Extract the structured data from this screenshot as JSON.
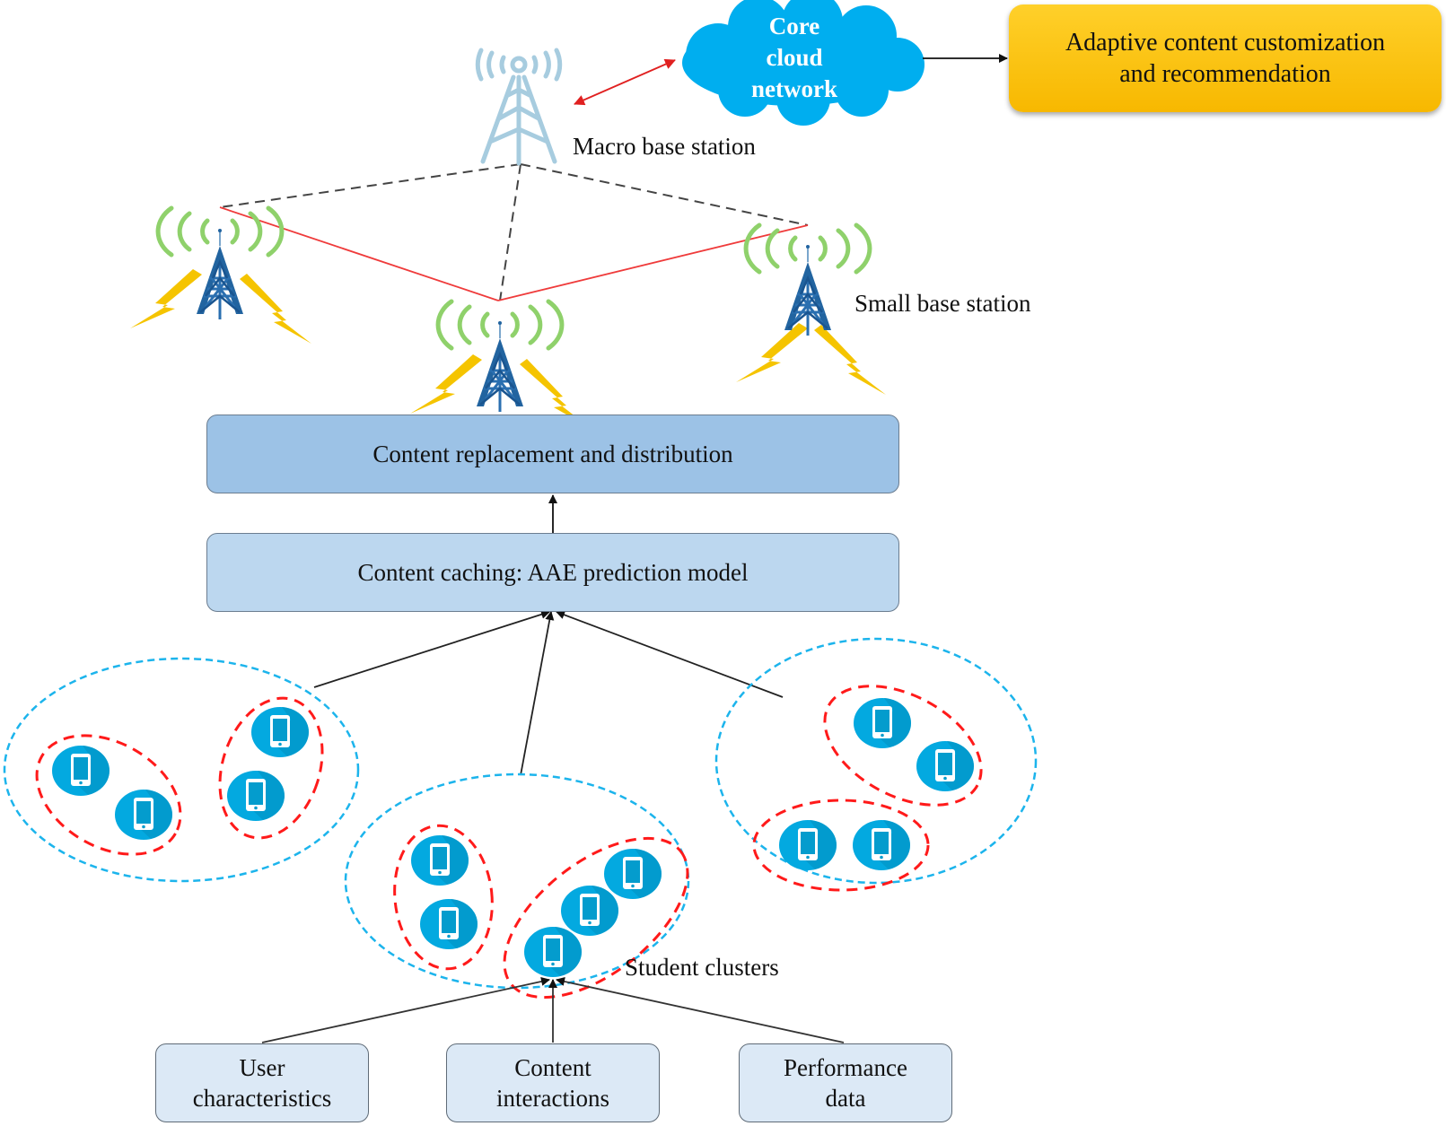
{
  "title_nodes": {
    "core_cloud": {
      "lines": [
        "Core",
        "cloud",
        "network"
      ]
    },
    "adaptive_box": {
      "lines": [
        "Adaptive content customization",
        "and recommendation"
      ]
    },
    "macro_label": "Macro base station",
    "small_label": "Small base station",
    "distribution_box": "Content replacement and distribution",
    "caching_box": "Content caching: AAE prediction model",
    "clusters_label": "Student clusters",
    "inputs": [
      {
        "lines": [
          "User",
          "characteristics"
        ]
      },
      {
        "lines": [
          "Content",
          "interactions"
        ]
      },
      {
        "lines": [
          "Performance",
          "data"
        ]
      }
    ]
  },
  "icons": {
    "macro_tower": "macro-tower-icon",
    "small_tower": "small-tower-icon",
    "signal_waves": "signal-waves-icon",
    "lightning": "lightning-icon",
    "phone": "smartphone-icon",
    "cloud": "cloud-icon"
  },
  "clusters": [
    {
      "name": "left",
      "subgroups": [
        2,
        2
      ]
    },
    {
      "name": "center",
      "subgroups": [
        2,
        3
      ]
    },
    {
      "name": "right",
      "subgroups": [
        2,
        2
      ]
    }
  ],
  "colors": {
    "cloud": "#00aeef",
    "adaptive_box": "#fcc10f",
    "distribution_box": "#9cc2e6",
    "caching_box": "#bcd7ef",
    "input_box": "#dce9f6",
    "cluster_outer": "#1cb4ec",
    "cluster_inner": "#ff1a1a",
    "phone_circle": "#03a9e0",
    "small_tower": "#2264a0",
    "macro_tower": "#a7ccdf",
    "signal_wave": "#8fd16b",
    "lightning": "#f5c400",
    "red_link": "#ef3b3b",
    "dashed_link": "#444444"
  }
}
